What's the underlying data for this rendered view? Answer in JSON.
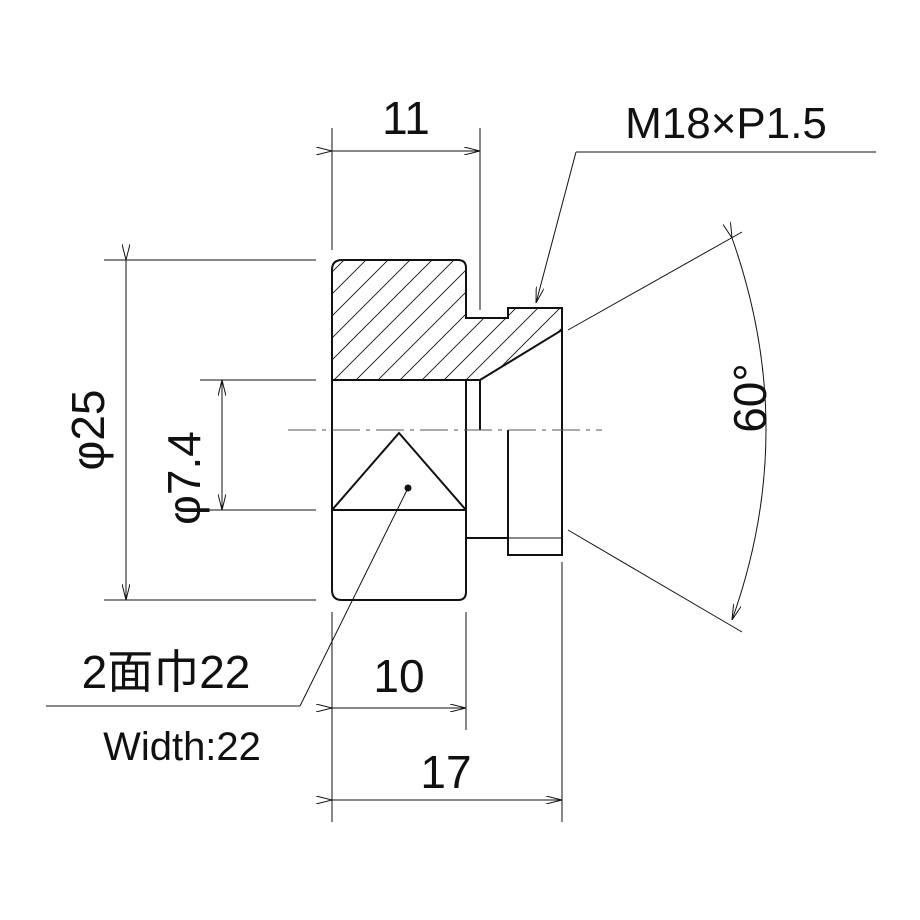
{
  "dimensions": {
    "top_width": "11",
    "thread": "M18×P1.5",
    "outer_diameter": "φ25",
    "bore_diameter": "φ7.4",
    "angle": "60°",
    "hex_width": "10",
    "overall_length": "17"
  },
  "notes": {
    "across_flats_jp": "2面巾22",
    "across_flats_en": "Width:22"
  },
  "colors": {
    "line": "#111111",
    "background": "#ffffff"
  }
}
